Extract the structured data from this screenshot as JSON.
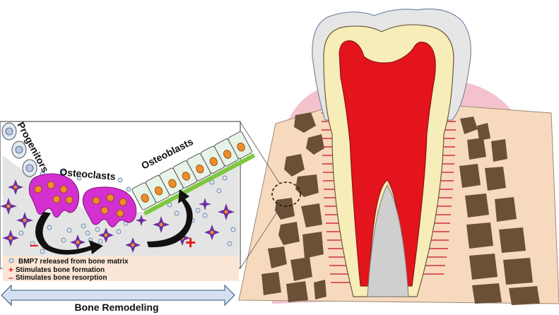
{
  "labels": {
    "progenitors": "Progenitors",
    "osteoclasts": "Osteoclasts",
    "osteoblasts": "Osteoblasts",
    "minus_sign": "–",
    "plus_sign": "+"
  },
  "legend": {
    "items": [
      {
        "symbol": "circle",
        "text": "BMP7 released from bone matrix"
      },
      {
        "symbol": "+",
        "text": "Stimulates bone formation"
      },
      {
        "symbol": "–",
        "text": "Stimulates bone resorption"
      }
    ]
  },
  "bottom_title": "Bone Remodeling",
  "colors": {
    "bone_matrix": "#e4e4e4",
    "osteoclast": "#d42fd0",
    "nucleus": "#f28c28",
    "osteocyte_star": "#6b2fa0",
    "osteoblast_cell": "#e7f3e7",
    "osteoid_line": "#7ec73e",
    "stimulate_plus": "#e01b1b",
    "pulp": "#e3141b",
    "dentin": "#f6edb8",
    "enamel": "#e6e6e6",
    "gum": "#f4c2cc",
    "alveolar_bone": "#f7d9bd",
    "trabecular_space": "#6b5038",
    "ligament_lines": "#d0303a",
    "arrow_fill": "#d5e1f2",
    "legend_bg": "#fbe5d6"
  }
}
